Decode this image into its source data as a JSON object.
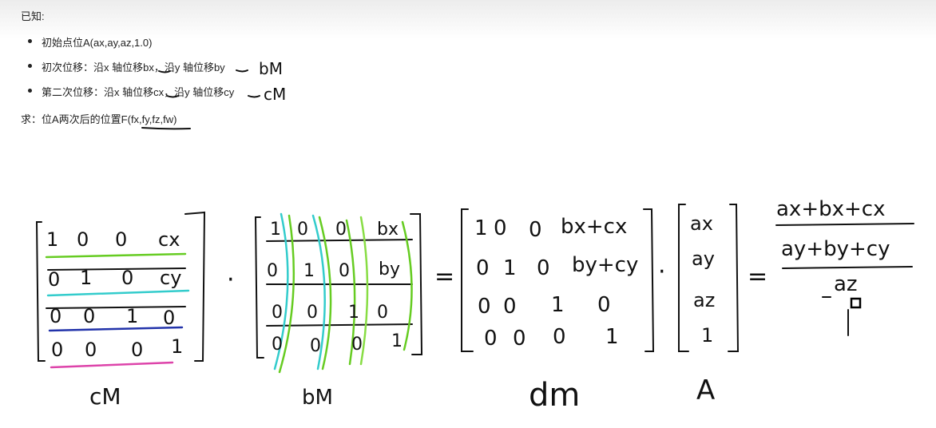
{
  "doc": {
    "known_label": "已知:",
    "items": [
      "初始点位A(ax,ay,az,1.0)",
      "初次位移：沿x 轴位移bx，沿y 轴位移by",
      "第二次位移：沿x 轴位移cx，沿y 轴位移cy"
    ],
    "question": "求：位A两次后的位置F(fx,fy,fz,fw)"
  },
  "notes": {
    "b_unit": "bM",
    "c_unit": "cM"
  },
  "handwriting": {
    "cm_matrix": [
      [
        "1",
        "0",
        "0",
        "cx"
      ],
      [
        "0",
        "1",
        "0",
        "cy"
      ],
      [
        "0",
        "0",
        "1",
        "0"
      ],
      [
        "0",
        "0",
        "0",
        "1"
      ]
    ],
    "bm_matrix": [
      [
        "1",
        "0",
        "0",
        "bx"
      ],
      [
        "0",
        "1",
        "0",
        "by"
      ],
      [
        "0",
        "0",
        "1",
        "0"
      ],
      [
        "0",
        "0",
        "0",
        "1"
      ]
    ],
    "dm_matrix": [
      [
        "1",
        "0",
        "0",
        "bx+cx"
      ],
      [
        "0",
        "1",
        "0",
        "by+cy"
      ],
      [
        "0",
        "0",
        "1",
        "0"
      ],
      [
        "0",
        "0",
        "0",
        "1"
      ]
    ],
    "a_vector": [
      "ax",
      "ay",
      "az",
      "1"
    ],
    "dot": "·",
    "equals": "=",
    "labels": {
      "cm": "cM",
      "bm": "bM",
      "dm": "dm",
      "a": "A"
    },
    "result": [
      "ax+bx+cx",
      "ay+by+cy",
      "az",
      "1"
    ]
  },
  "colors": {
    "green": "#66cc22",
    "cyan": "#33cccc",
    "blue": "#2233aa",
    "magenta": "#dd44aa",
    "light_green": "#88dd44"
  }
}
